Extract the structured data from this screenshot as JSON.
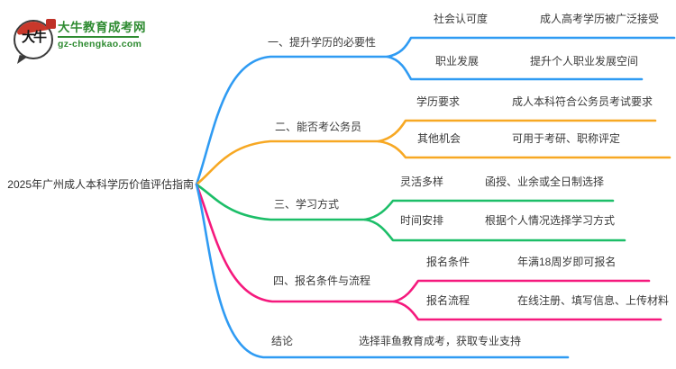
{
  "logo": {
    "badge_text": "大牛",
    "site_name": "大牛教育成考网",
    "site_url": "gz-chengkao.com",
    "green": "#2E8B31",
    "red": "#C9382B"
  },
  "main_topic": "2025年广州成人本科学历价值评估指南",
  "branches": [
    {
      "label": "一、提升学历的必要性",
      "color": "#2F9BF3",
      "children": [
        {
          "label": "社会认可度",
          "detail": "成人高考学历被广泛接受"
        },
        {
          "label": "职业发展",
          "detail": "提升个人职业发展空间"
        }
      ]
    },
    {
      "label": "二、能否考公务员",
      "color": "#F7A823",
      "children": [
        {
          "label": "学历要求",
          "detail": "成人本科符合公务员考试要求"
        },
        {
          "label": "其他机会",
          "detail": "可用于考研、职称评定"
        }
      ]
    },
    {
      "label": "三、学习方式",
      "color": "#1CBE68",
      "children": [
        {
          "label": "灵活多样",
          "detail": "函授、业余或全日制选择"
        },
        {
          "label": "时间安排",
          "detail": "根据个人情况选择学习方式"
        }
      ]
    },
    {
      "label": "四、报名条件与流程",
      "color": "#F5197D",
      "children": [
        {
          "label": "报名条件",
          "detail": "年满18周岁即可报名"
        },
        {
          "label": "报名流程",
          "detail": "在线注册、填写信息、上传材料"
        }
      ]
    },
    {
      "label": "结论",
      "color": "#2F9BF3",
      "detail": "选择菲鱼教育成考，获取专业支持"
    }
  ]
}
